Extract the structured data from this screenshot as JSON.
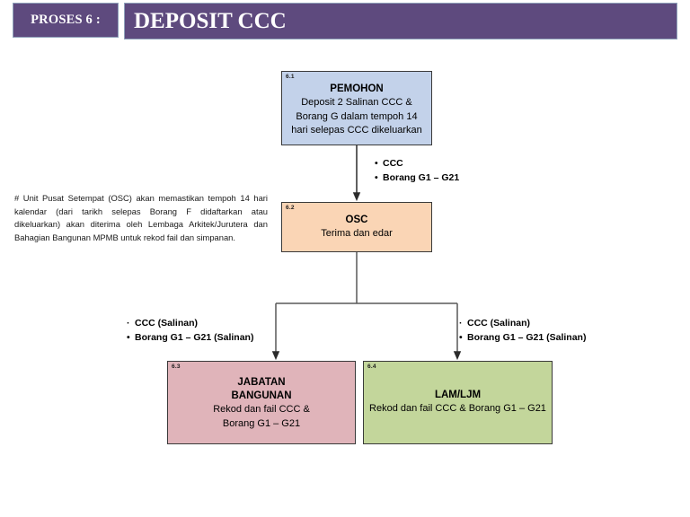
{
  "header": {
    "process_label": "PROSES 6  :",
    "title": "DEPOSIT CCC",
    "band_color": "#5e4a7e",
    "border_color": "#8fa2bb"
  },
  "flow": {
    "boxes": [
      {
        "step": "6.1",
        "name": "PEMOHON",
        "body": "Deposit 2 Salinan CCC & Borang G dalam tempoh 14 hari selepas  CCC dikeluarkan",
        "body_lines": [
          "Deposit 2 Salinan CCC &",
          "Borang G dalam tempoh 14",
          "hari selepas  CCC dikeluarkan"
        ],
        "fill": "#c3d2ea"
      },
      {
        "step": "6.2",
        "name": "OSC",
        "body": "Terima dan edar",
        "body_lines": [
          "Terima dan edar"
        ],
        "fill": "#fad5b5"
      },
      {
        "step": "6.3",
        "name": "JABATAN BANGUNAN",
        "name_lines": [
          "JABATAN",
          "BANGUNAN"
        ],
        "body": "Rekod dan fail CCC & Borang G1 – G21",
        "body_lines": [
          "Rekod dan fail CCC &",
          "Borang G1 – G21"
        ],
        "fill": "#e0b4ba"
      },
      {
        "step": "6.4",
        "name": "LAM/LJM",
        "name_lines": [
          "LAM/LJM"
        ],
        "body": "Rekod dan fail CCC & Borang G1 – G21",
        "body_lines": [
          "Rekod dan fail CCC & Borang G1 – G21"
        ],
        "fill": "#c3d69b"
      }
    ],
    "labels": {
      "pemohon_to_osc": [
        "CCC",
        "Borang G1 – G21"
      ],
      "osc_to_jabatan": [
        "CCC (Salinan)",
        "Borang G1 – G21 (Salinan)"
      ],
      "osc_to_lam": [
        "CCC (Salinan)",
        "Borang G1 – G21 (Salinan)"
      ]
    }
  },
  "note": {
    "text": "# Unit Pusat Setempat (OSC) akan memastikan tempoh 14 hari kalendar (dari tarikh selepas Borang F didaftarkan atau dikeluarkan) akan diterima oleh Lembaga Arkitek/Jurutera dan Bahagian Bangunan MPMB untuk rekod fail dan simpanan."
  }
}
